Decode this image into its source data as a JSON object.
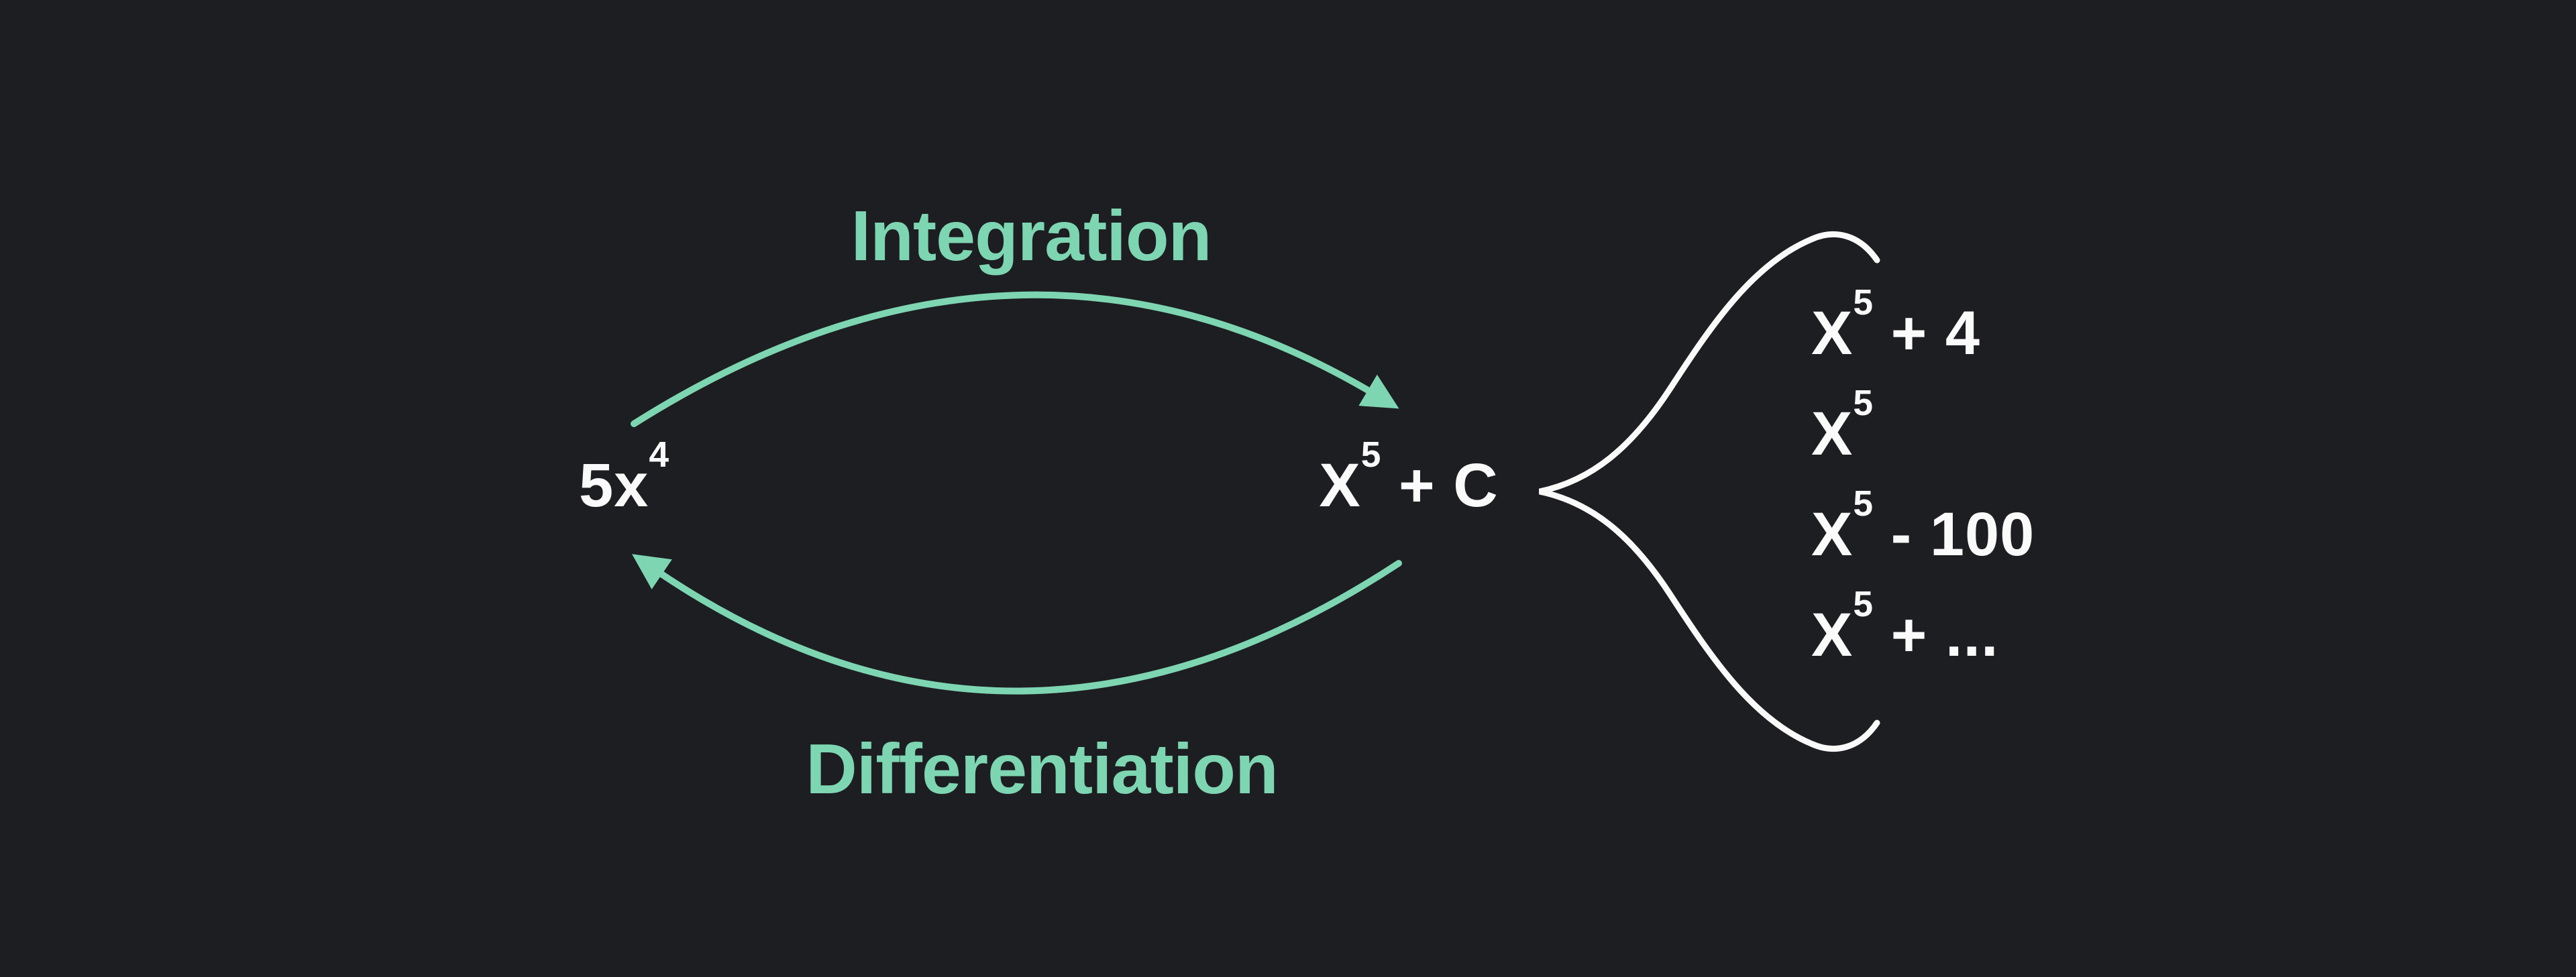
{
  "canvas": {
    "background_color": "#1d1e22",
    "accent_color": "#7ed5b2",
    "text_color": "#fafafa"
  },
  "cycle": {
    "top_label": "Integration",
    "bottom_label": "Differentiation",
    "left_expr": {
      "base": "5x",
      "sup": "4",
      "rest": ""
    },
    "right_expr": {
      "base": "X",
      "sup": "5",
      "rest": " + C"
    }
  },
  "antiderivatives": {
    "items": [
      {
        "base": "X",
        "sup": "5",
        "rest": " + 4"
      },
      {
        "base": "X",
        "sup": "5",
        "rest": ""
      },
      {
        "base": "X",
        "sup": "5",
        "rest": " - 100"
      },
      {
        "base": "X",
        "sup": "5",
        "rest": " + ..."
      }
    ]
  }
}
